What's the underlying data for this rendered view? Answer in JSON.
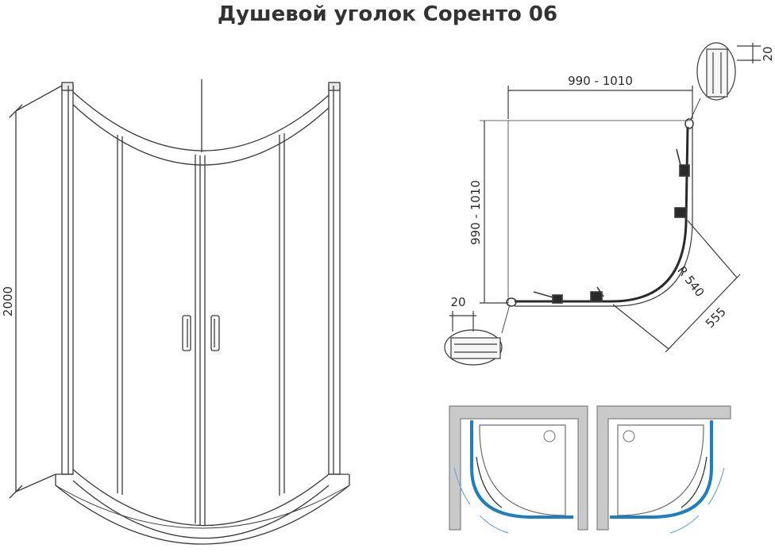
{
  "title": "Душевой уголок Соренто 06",
  "dimensions": {
    "height": "2000",
    "width": "990 - 1010",
    "depth": "990 - 1010",
    "radius": "R 540",
    "diagonal": "555",
    "profile_top": "20",
    "profile_bottom": "20"
  },
  "colors": {
    "line": "#3a3a3a",
    "glass_line": "#2a2a2a",
    "wall": "#c9c9c9",
    "tray_outline": "#6d6d6d",
    "door_blue": "#1b7fc4",
    "arrow_blue": "#6aa9d8"
  }
}
